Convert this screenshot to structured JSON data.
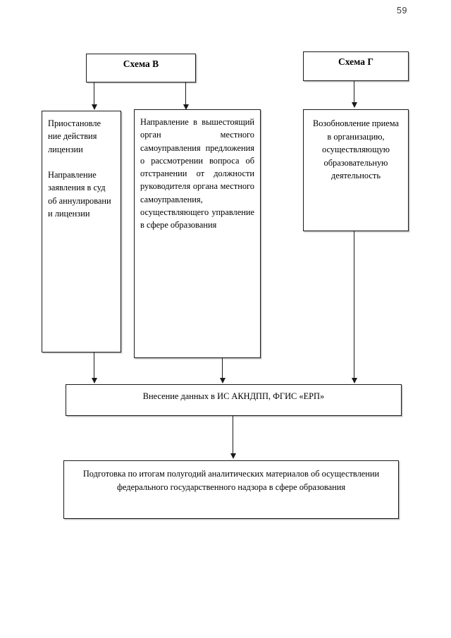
{
  "document": {
    "page_number": "59",
    "type": "flowchart-diagram"
  },
  "nodes": {
    "scheme_v_title": "Схема В",
    "scheme_g_title": "Схема Г",
    "suspend_license": "Приостановле ние действия лицензии\n\nНаправление заявления в суд об аннулировани и лицензии",
    "referral_to_superior_body": "Направление в вышестоящий орган местного самоуправления предложения о рассмотрении вопроса об отстранении от должности руководителя органа местного самоуправления, осуществляющего управление в сфере образования",
    "resume_admission": "Возобновление приема в организацию, осуществляющую образовательную деятельность",
    "data_entry_bar": "Внесение данных в ИС АКНДПП, ФГИС «ЕРП»",
    "analytical_materials": "Подготовка по итогам полугодий аналитических материалов об осуществлении федерального государственного надзора в сфере образования"
  },
  "connectors": [
    {
      "name": "scheme-v-to-suspend-license",
      "from": "scheme_v_title",
      "to": "suspend_license"
    },
    {
      "name": "scheme-v-to-referral",
      "from": "scheme_v_title",
      "to": "referral_to_superior_body"
    },
    {
      "name": "scheme-g-to-resume-admission",
      "from": "scheme_g_title",
      "to": "resume_admission"
    },
    {
      "name": "suspend-license-to-data-entry",
      "from": "suspend_license",
      "to": "data_entry_bar"
    },
    {
      "name": "referral-to-data-entry",
      "from": "referral_to_superior_body",
      "to": "data_entry_bar"
    },
    {
      "name": "resume-admission-to-data-entry",
      "from": "resume_admission",
      "to": "data_entry_bar"
    },
    {
      "name": "data-entry-to-analytical-materials",
      "from": "data_entry_bar",
      "to": "analytical_materials"
    }
  ],
  "colors": {
    "stroke": "#1a1a1a",
    "background": "#ffffff",
    "shadow": "#787878"
  }
}
